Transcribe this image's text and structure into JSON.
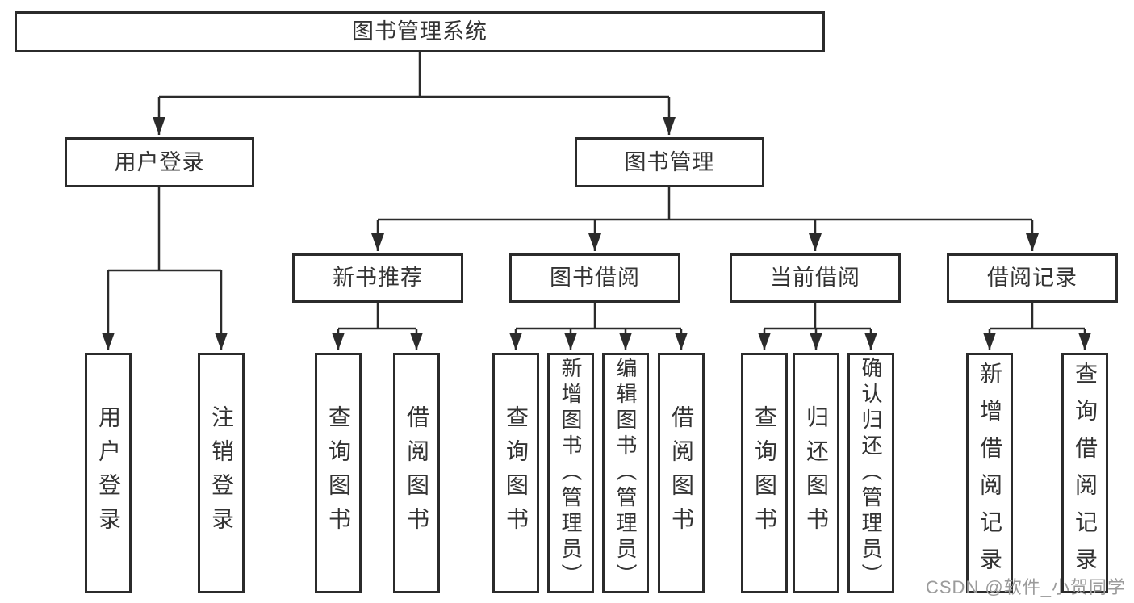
{
  "tree": {
    "label": "图书管理系统",
    "children": [
      {
        "label": "用户登录",
        "children": [
          {
            "label": "用户登录"
          },
          {
            "label": "注销登录"
          }
        ]
      },
      {
        "label": "图书管理",
        "children": [
          {
            "label": "新书推荐",
            "children": [
              {
                "label": "查询图书"
              },
              {
                "label": "借阅图书"
              }
            ]
          },
          {
            "label": "图书借阅",
            "children": [
              {
                "label": "查询图书"
              },
              {
                "label": "新增图书（管理员）"
              },
              {
                "label": "编辑图书（管理员）"
              },
              {
                "label": "借阅图书"
              }
            ]
          },
          {
            "label": "当前借阅",
            "children": [
              {
                "label": "查询图书"
              },
              {
                "label": "归还图书"
              },
              {
                "label": "确认归还（管理员）"
              }
            ]
          },
          {
            "label": "借阅记录",
            "children": [
              {
                "label": "新增借阅记录"
              },
              {
                "label": "查询借阅记录"
              }
            ]
          }
        ]
      }
    ]
  },
  "watermark": {
    "text": "CSDN @软件_小贺同学"
  },
  "colors": {
    "line": "#2b2b2b",
    "text": "#333333",
    "watermark": "#9b9b9b",
    "background": "#ffffff"
  }
}
